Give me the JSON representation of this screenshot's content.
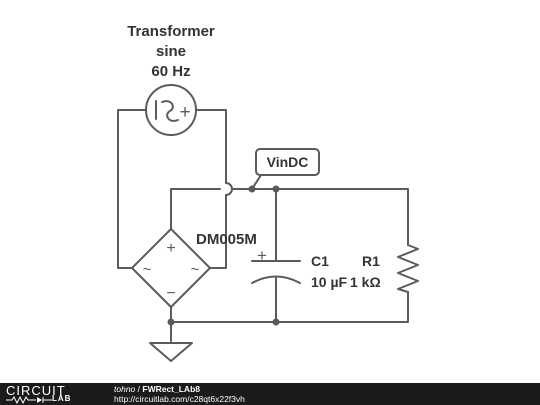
{
  "source": {
    "title_line1": "Transformer",
    "title_line2": "sine",
    "frequency": "60 Hz",
    "plus_sign": "+"
  },
  "probe": {
    "label": "VinDC"
  },
  "bridge": {
    "part": "DM005M",
    "plus": "+",
    "minus": "−",
    "ac_left": "~",
    "ac_right": "~"
  },
  "capacitor": {
    "name": "C1",
    "value": "10 µF",
    "plus": "+"
  },
  "resistor": {
    "name": "R1",
    "value": "1 kΩ"
  },
  "footer": {
    "logo_top": "CIRCUIT",
    "logo_bottom": "LAB",
    "author": "tohno",
    "separator": " / ",
    "title": "FWRect_LAb8",
    "url": "http://circuitlab.com/c28qt6x22f3vh"
  },
  "colors": {
    "wire": "#5b5b5b",
    "text": "#333333",
    "footer_bg": "#1b1b1b"
  },
  "icons": [
    "sine-source-icon",
    "bridge-rectifier-icon",
    "capacitor-icon",
    "resistor-icon",
    "ground-icon",
    "wire-crossing-icon"
  ]
}
